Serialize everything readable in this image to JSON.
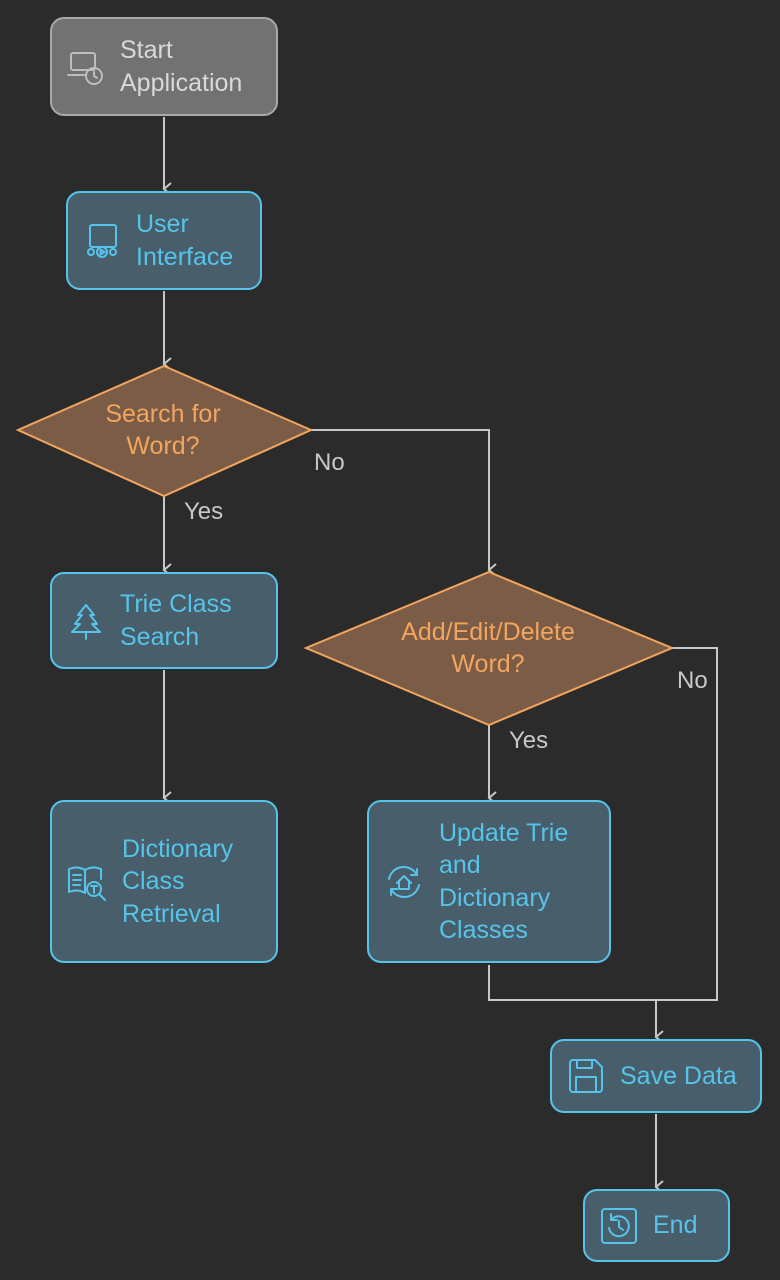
{
  "colors": {
    "background": "#2b2b2b",
    "process_fill": "#485f6b",
    "process_border": "#56c4ea",
    "process_text": "#56c4ea",
    "start_fill": "#727272",
    "start_border": "#a8a8a8",
    "start_text": "#d9d9d9",
    "decision_fill": "#7a5c47",
    "decision_border": "#f3a55e",
    "decision_text": "#f3a55e",
    "edge": "#c8c8c8"
  },
  "nodes": {
    "start": {
      "label": "Start\nApplication",
      "icon": "laptop-clock-icon"
    },
    "user_interface": {
      "label": "User\nInterface",
      "icon": "monitor-media-icon"
    },
    "search_decision": {
      "label": "Search for\nWord?"
    },
    "trie_search": {
      "label": "Trie Class\nSearch",
      "icon": "tree-icon"
    },
    "dictionary_retrieval": {
      "label": "Dictionary\nClass\nRetrieval",
      "icon": "book-search-icon"
    },
    "modify_decision": {
      "label": "Add/Edit/Delete\nWord?"
    },
    "update_classes": {
      "label": "Update Trie\nand\nDictionary\nClasses",
      "icon": "refresh-home-icon"
    },
    "save_data": {
      "label": "Save Data",
      "icon": "floppy-disk-icon"
    },
    "end": {
      "label": "End",
      "icon": "restart-icon"
    }
  },
  "edges": {
    "search_yes": "Yes",
    "search_no": "No",
    "modify_yes": "Yes",
    "modify_no": "No"
  }
}
